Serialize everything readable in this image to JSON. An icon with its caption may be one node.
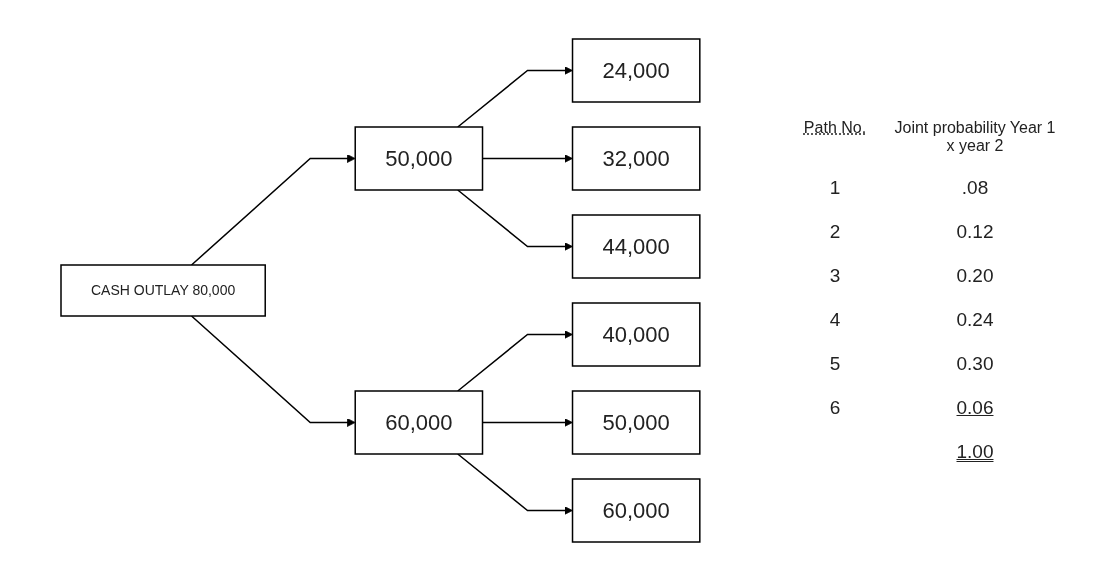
{
  "diagram": {
    "nodes": [
      {
        "text": [
          "CASH OUTLAY 80,000"
        ]
      },
      {
        "text": [
          "50,000"
        ]
      },
      {
        "text": [
          "60,000"
        ]
      },
      {
        "text": [
          "24,000"
        ]
      },
      {
        "text": [
          "32,000"
        ]
      },
      {
        "text": [
          "44,000"
        ]
      },
      {
        "text": [
          "40,000"
        ]
      },
      {
        "text": [
          "50,000"
        ]
      },
      {
        "text": [
          "60,000"
        ]
      }
    ],
    "edges": [
      {
        "from": 0,
        "to": 1,
        "arrow": "to"
      },
      {
        "from": 0,
        "to": 2,
        "arrow": "to"
      },
      {
        "from": 1,
        "to": 3,
        "arrow": "to"
      },
      {
        "from": 1,
        "to": 4,
        "arrow": "to"
      },
      {
        "from": 1,
        "to": 5,
        "arrow": "to"
      },
      {
        "from": 2,
        "to": 6,
        "arrow": "to"
      },
      {
        "from": 2,
        "to": 7,
        "arrow": "to"
      },
      {
        "from": 2,
        "to": 8,
        "arrow": "to"
      }
    ],
    "labels": [
      "Path No.",
      "Joint probability Year 1 x year 2",
      "1",
      ".08",
      "2",
      "0.12",
      "3",
      "0.20",
      "4",
      "0.24",
      "5",
      "0.30",
      "6",
      "0.06",
      "1.00"
    ]
  }
}
